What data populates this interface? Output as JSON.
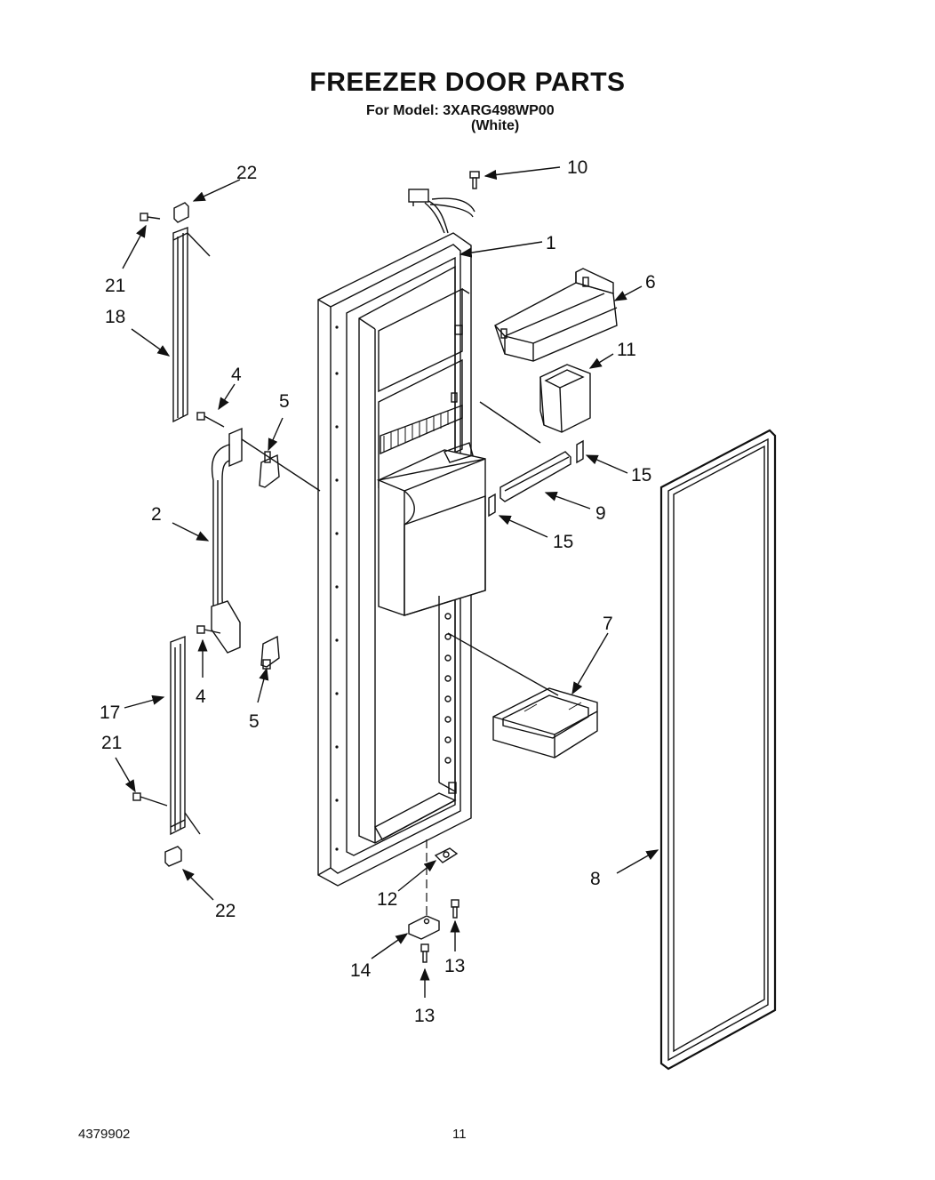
{
  "header": {
    "title": "FREEZER DOOR PARTS",
    "model_line": "For Model: 3XARG498WP00",
    "color_line": "(White)"
  },
  "footer": {
    "doc_number": "4379902",
    "page_number": "11"
  },
  "callouts": {
    "c1": "1",
    "c2": "2",
    "c4a": "4",
    "c4b": "4",
    "c5a": "5",
    "c5b": "5",
    "c6": "6",
    "c7": "7",
    "c8": "8",
    "c9": "9",
    "c10": "10",
    "c11": "11",
    "c12": "12",
    "c13a": "13",
    "c13b": "13",
    "c14": "14",
    "c15a": "15",
    "c15b": "15",
    "c17": "17",
    "c18": "18",
    "c21a": "21",
    "c21b": "21",
    "c22a": "22",
    "c22b": "22"
  }
}
